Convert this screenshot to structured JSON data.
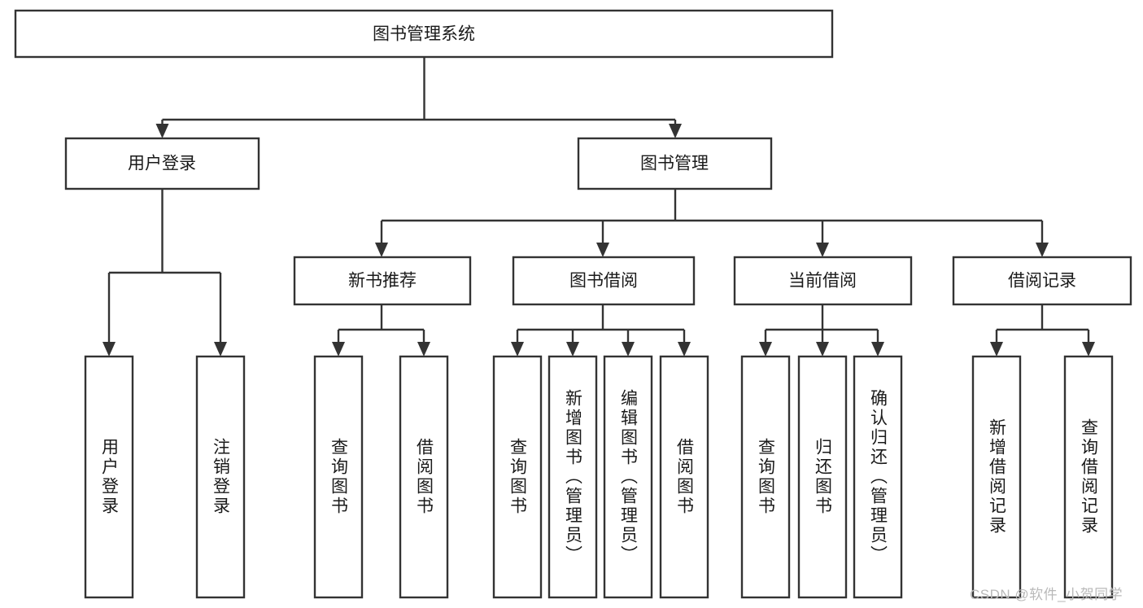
{
  "diagram": {
    "type": "tree",
    "title": "图书管理系统",
    "root": {
      "id": "root",
      "label": "图书管理系统",
      "orientation": "horizontal"
    },
    "level2": [
      {
        "id": "user-login",
        "label": "用户登录",
        "orientation": "horizontal"
      },
      {
        "id": "book-manage",
        "label": "图书管理",
        "orientation": "horizontal"
      }
    ],
    "level3": [
      {
        "id": "new-book-recommend",
        "label": "新书推荐",
        "orientation": "horizontal",
        "parent": "book-manage"
      },
      {
        "id": "book-borrow",
        "label": "图书借阅",
        "orientation": "horizontal",
        "parent": "book-manage"
      },
      {
        "id": "current-borrow",
        "label": "当前借阅",
        "orientation": "horizontal",
        "parent": "book-manage"
      },
      {
        "id": "borrow-record",
        "label": "借阅记录",
        "orientation": "horizontal",
        "parent": "book-manage"
      }
    ],
    "leaves": [
      {
        "id": "leaf-user-login",
        "label": "用户登录",
        "parent": "user-login",
        "orientation": "vertical"
      },
      {
        "id": "leaf-user-logout",
        "label": "注销登录",
        "parent": "user-login",
        "orientation": "vertical"
      },
      {
        "id": "leaf-query-book-1",
        "label": "查询图书",
        "parent": "new-book-recommend",
        "orientation": "vertical"
      },
      {
        "id": "leaf-borrow-book-1",
        "label": "借阅图书",
        "parent": "new-book-recommend",
        "orientation": "vertical"
      },
      {
        "id": "leaf-query-book-2",
        "label": "查询图书",
        "parent": "book-borrow",
        "orientation": "vertical"
      },
      {
        "id": "leaf-add-book",
        "label": "新增图书（管理员）",
        "parent": "book-borrow",
        "orientation": "vertical"
      },
      {
        "id": "leaf-edit-book",
        "label": "编辑图书（管理员）",
        "parent": "book-borrow",
        "orientation": "vertical"
      },
      {
        "id": "leaf-borrow-book-2",
        "label": "借阅图书",
        "parent": "book-borrow",
        "orientation": "vertical"
      },
      {
        "id": "leaf-query-book-3",
        "label": "查询图书",
        "parent": "current-borrow",
        "orientation": "vertical"
      },
      {
        "id": "leaf-return-book",
        "label": "归还图书",
        "parent": "current-borrow",
        "orientation": "vertical"
      },
      {
        "id": "leaf-confirm-return",
        "label": "确认归还（管理员）",
        "parent": "current-borrow",
        "orientation": "vertical"
      },
      {
        "id": "leaf-add-record",
        "label": "新增借阅记录",
        "parent": "borrow-record",
        "orientation": "vertical"
      },
      {
        "id": "leaf-query-record",
        "label": "查询借阅记录",
        "parent": "borrow-record",
        "orientation": "vertical"
      }
    ],
    "colors": {
      "node_stroke": "#333333",
      "node_fill": "#ffffff",
      "edge": "#333333",
      "text": "#1a1a1a",
      "watermark": "#b9b9b9",
      "background": "#ffffff"
    }
  },
  "watermark": {
    "text": "CSDN @软件_小贺同学"
  }
}
